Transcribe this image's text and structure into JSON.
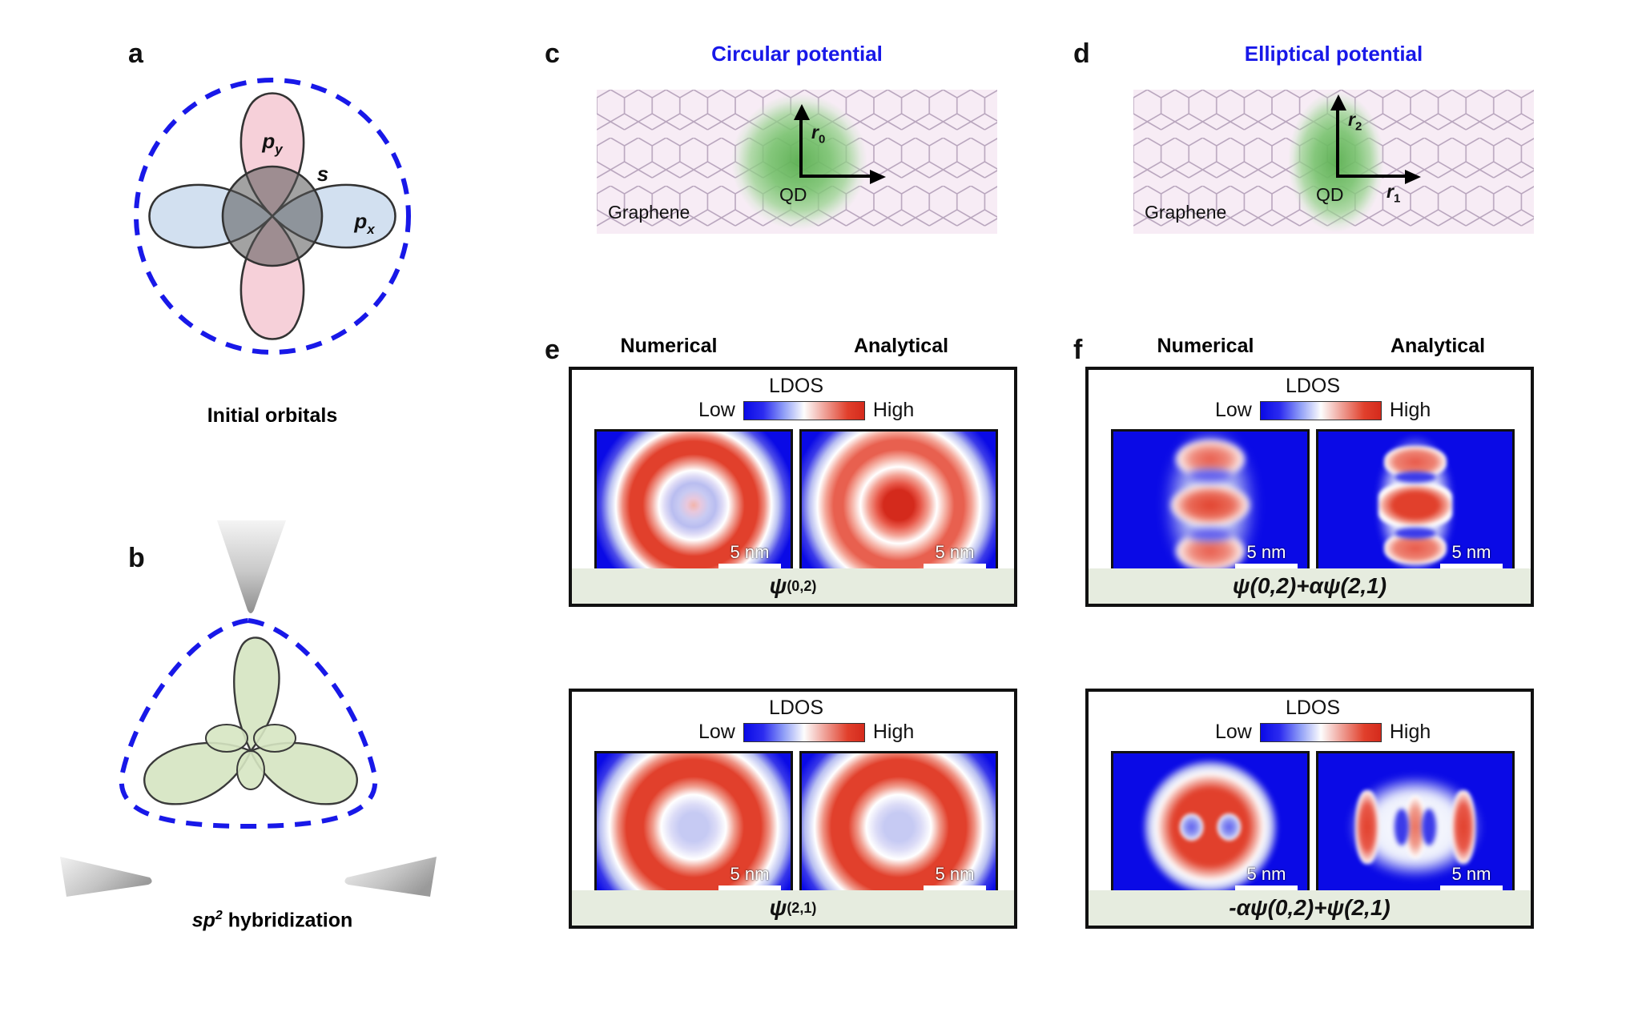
{
  "panels": {
    "a": {
      "label": "a",
      "caption": "Initial orbitals",
      "orbital_labels": {
        "py": "p",
        "py_sub": "y",
        "px": "p",
        "px_sub": "x",
        "s": "s"
      },
      "colors": {
        "p_y_lobe": "#f5ccd6",
        "p_x_lobe": "#cdddee",
        "s_orbital": "#8c8c8c",
        "boundary": "#1818e8"
      }
    },
    "b": {
      "label": "b",
      "caption_pre": "sp",
      "caption_sup": "2",
      "caption_post": " hybridization",
      "colors": {
        "lobe": "#d6e5c2",
        "boundary": "#1818e8",
        "tip": "#b9b9b9"
      }
    },
    "c": {
      "label": "c",
      "title": "Circular potential",
      "substrate_label": "Graphene",
      "qd_label": "QD",
      "radius_label": "r",
      "radius_sub": "0",
      "colors": {
        "title": "#1818e8",
        "substrate": "#f7ecf5",
        "qd": "#5aaf50"
      }
    },
    "d": {
      "label": "d",
      "title": "Elliptical potential",
      "substrate_label": "Graphene",
      "qd_label": "QD",
      "axis1_label": "r",
      "axis1_sub": "1",
      "axis2_label": "r",
      "axis2_sub": "2",
      "colors": {
        "title": "#1818e8",
        "substrate": "#f7ecf5",
        "qd": "#5aaf50"
      }
    },
    "e": {
      "label": "e",
      "columns": [
        "Numerical",
        "Analytical"
      ],
      "cards": [
        {
          "colorbar": {
            "title": "LDOS",
            "low": "Low",
            "high": "High"
          },
          "images": [
            {
              "column": "Numerical",
              "scalebar": "5 nm",
              "pattern": "concentric-rings-ring-max"
            },
            {
              "column": "Analytical",
              "scalebar": "5 nm",
              "pattern": "concentric-rings-center-max"
            }
          ],
          "state_pre": "",
          "state_psi": "ψ",
          "state_sub": "(0,2)",
          "state_post": ""
        },
        {
          "colorbar": {
            "title": "LDOS",
            "low": "Low",
            "high": "High"
          },
          "images": [
            {
              "column": "Numerical",
              "scalebar": "5 nm",
              "pattern": "ring-with-blue-core"
            },
            {
              "column": "Analytical",
              "scalebar": "5 nm",
              "pattern": "ring-with-blue-core"
            }
          ],
          "state_pre": "",
          "state_psi": "ψ",
          "state_sub": "(2,1)",
          "state_post": ""
        }
      ]
    },
    "f": {
      "label": "f",
      "columns": [
        "Numerical",
        "Analytical"
      ],
      "cards": [
        {
          "colorbar": {
            "title": "LDOS",
            "low": "Low",
            "high": "High"
          },
          "images": [
            {
              "column": "Numerical",
              "scalebar": "5 nm",
              "pattern": "vertical-three-lobe"
            },
            {
              "column": "Analytical",
              "scalebar": "5 nm",
              "pattern": "vertical-three-lobe-sharp"
            }
          ],
          "state_text": "ψ(0,2)+αψ(2,1)"
        },
        {
          "colorbar": {
            "title": "LDOS",
            "low": "Low",
            "high": "High"
          },
          "images": [
            {
              "column": "Numerical",
              "scalebar": "5 nm",
              "pattern": "ring-two-blue-dots"
            },
            {
              "column": "Analytical",
              "scalebar": "5 nm",
              "pattern": "horizontal-four-lobe"
            }
          ],
          "state_text": "-αψ(0,2)+ψ(2,1)"
        }
      ]
    }
  },
  "glyphs": {
    "psi": "ψ",
    "alpha": "α",
    "minus": "-",
    "plus": "+",
    "sub_02": "(0,2)",
    "sub_21": "(2,1)"
  },
  "chart_data": {
    "type": "heatmap",
    "title": "Graphene quantum dot LDOS maps",
    "colormap": {
      "name": "blue-white-red",
      "low": "Low",
      "high": "High",
      "label": "LDOS"
    },
    "scalebar_nm": 5,
    "panels": [
      {
        "panel": "e",
        "potential": "circular",
        "state": "ψ(0,2)",
        "maps": [
          {
            "method": "Numerical",
            "description": "axisymmetric concentric rings, bright red annulus at r~0.55R, pale blue core"
          },
          {
            "method": "Analytical",
            "description": "axisymmetric concentric rings, red core plus red annulus"
          }
        ]
      },
      {
        "panel": "e",
        "potential": "circular",
        "state": "ψ(2,1)",
        "maps": [
          {
            "method": "Numerical",
            "description": "broad red annulus with pale blue centre"
          },
          {
            "method": "Analytical",
            "description": "broad red annulus with pale blue centre"
          }
        ]
      },
      {
        "panel": "f",
        "potential": "elliptical",
        "state": "ψ(0,2)+αψ(2,1)",
        "maps": [
          {
            "method": "Numerical",
            "description": "vertically elongated three red lobes separated by two blue nodes"
          },
          {
            "method": "Analytical",
            "description": "vertically elongated three red lobes, sharper node contrast"
          }
        ]
      },
      {
        "panel": "f",
        "potential": "elliptical",
        "state": "-αψ(0,2)+ψ(2,1)",
        "maps": [
          {
            "method": "Numerical",
            "description": "red ring enclosing two blue dots side by side"
          },
          {
            "method": "Analytical",
            "description": "horizontally arranged four red lobes with two blue nodes"
          }
        ]
      }
    ]
  }
}
